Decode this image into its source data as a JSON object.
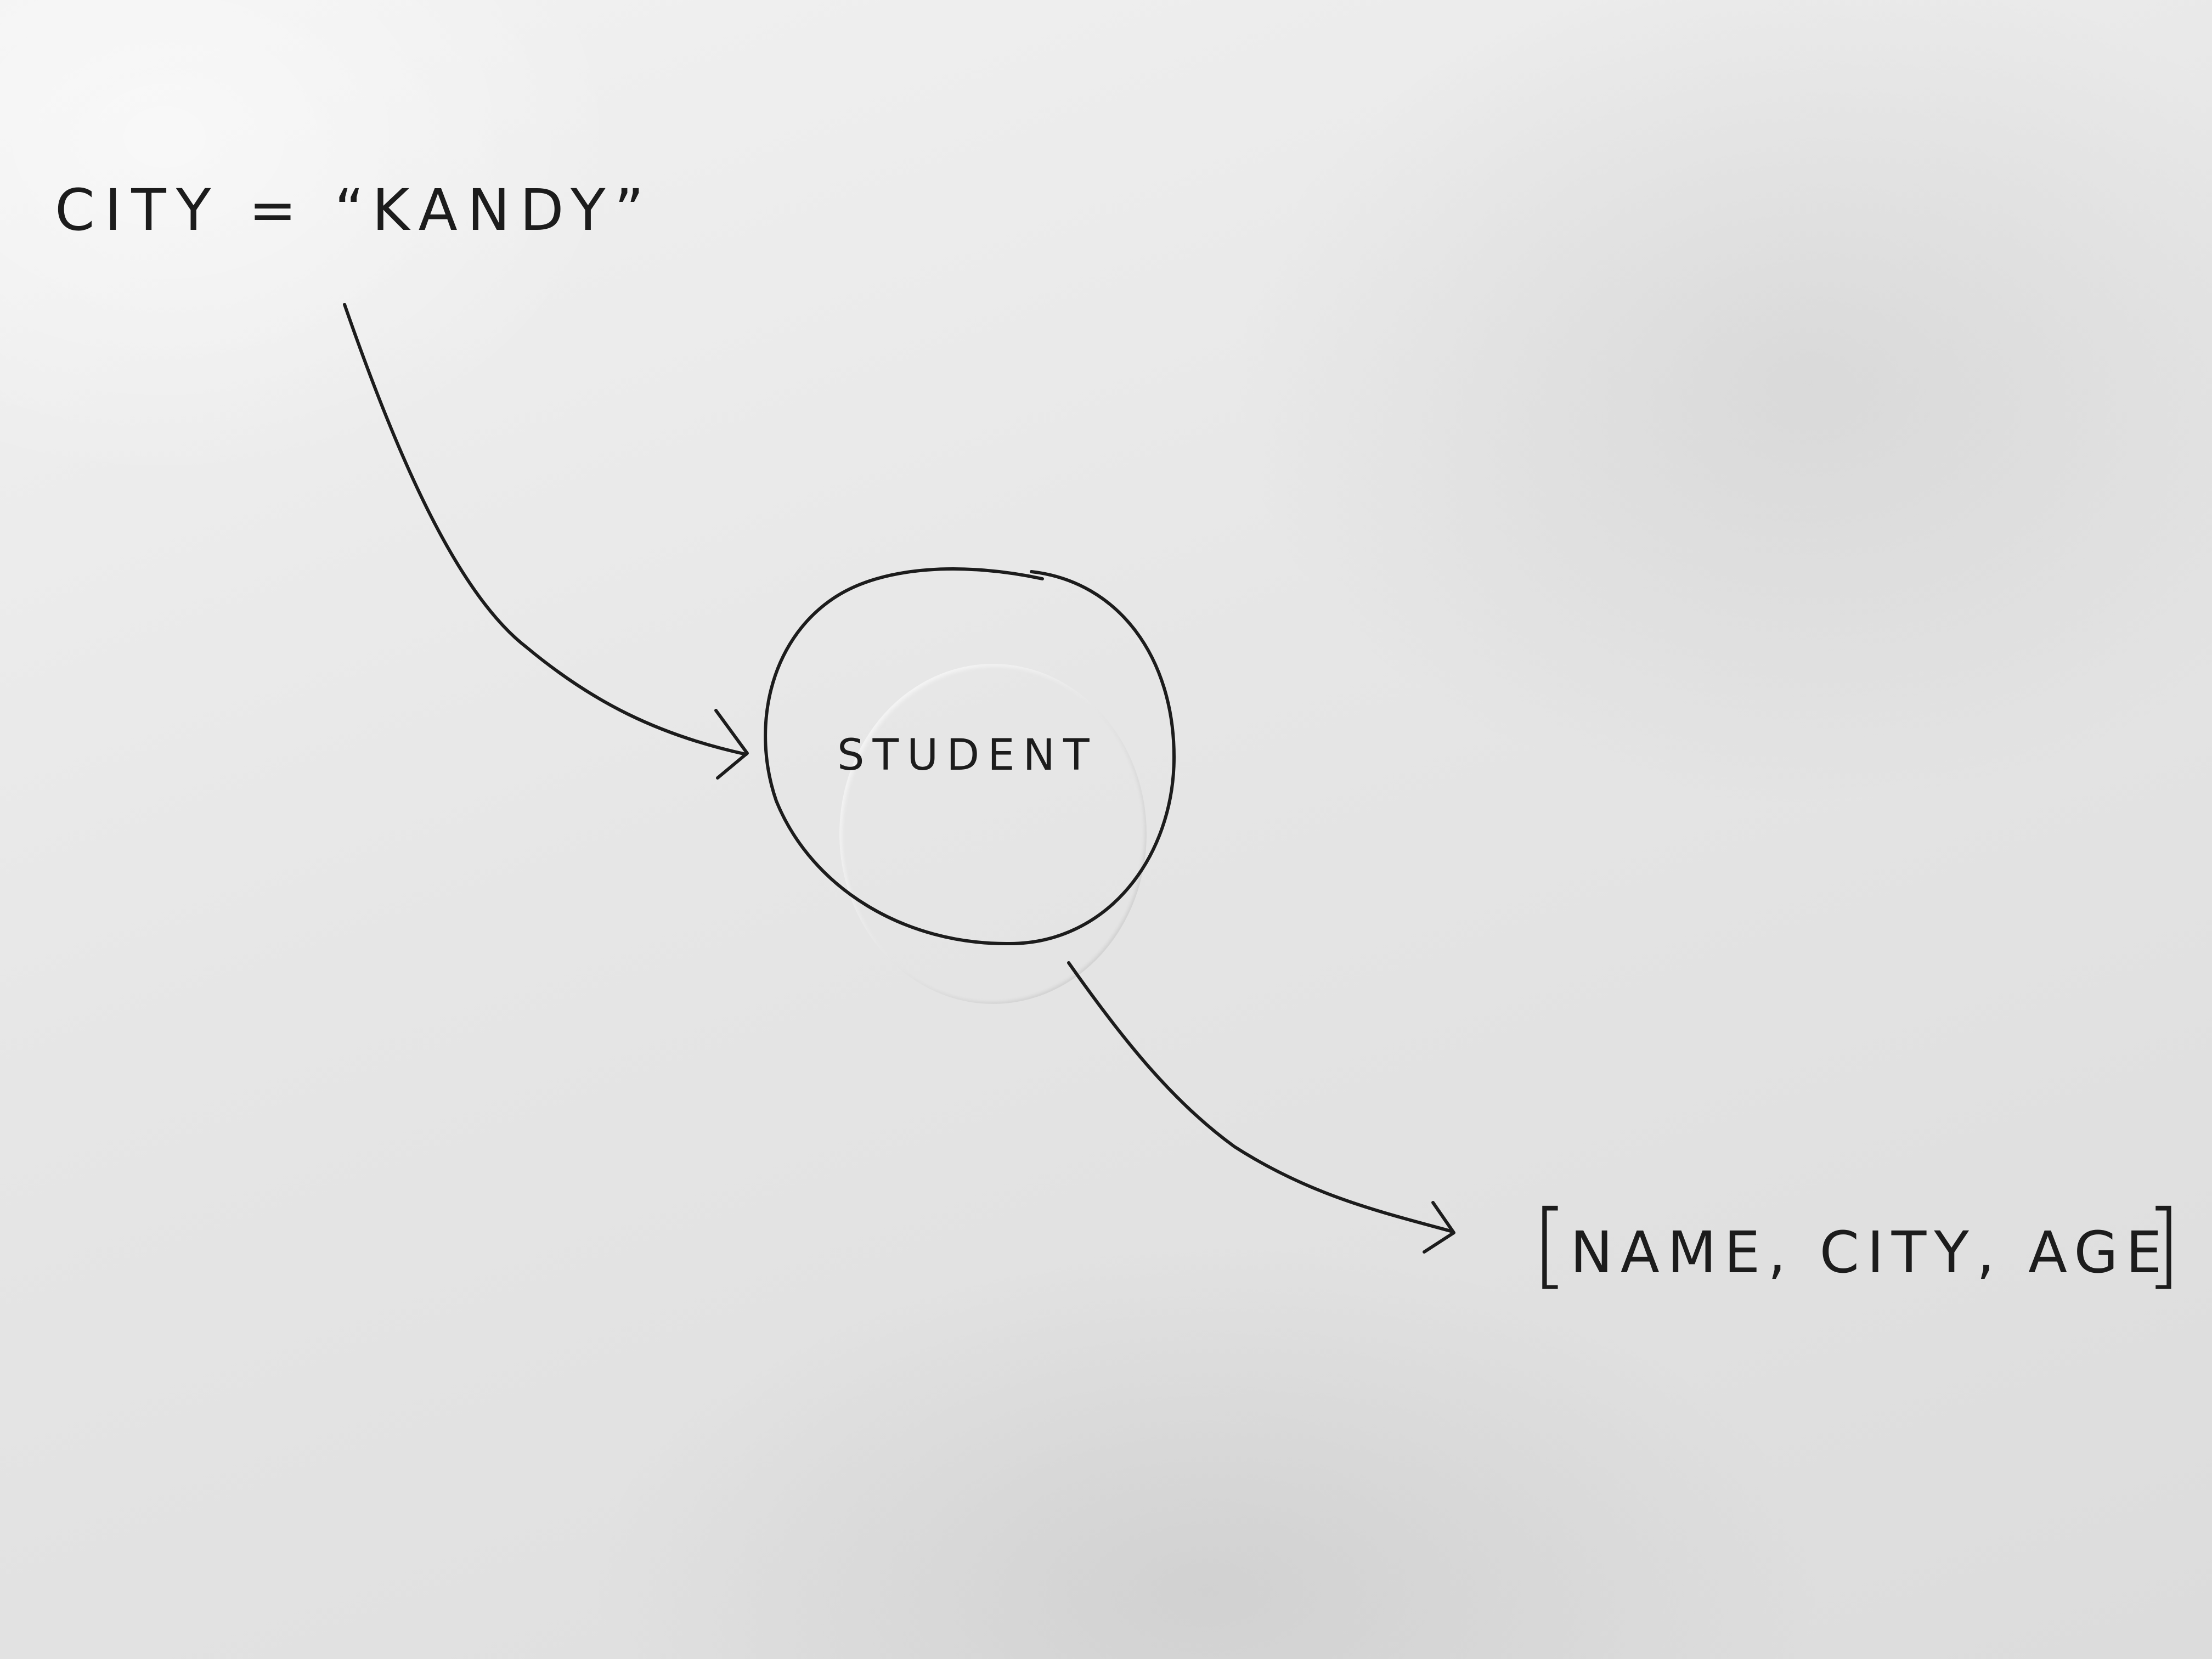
{
  "diagram": {
    "input_label": "CITY = “KANDY”",
    "node_label": "STUDENT",
    "output_label": "NAME, CITY, AGE",
    "output_bracket_open": "[",
    "output_bracket_close": "]"
  },
  "colors": {
    "ink": "#1c1c1c",
    "paper": "#e8e8e8"
  }
}
